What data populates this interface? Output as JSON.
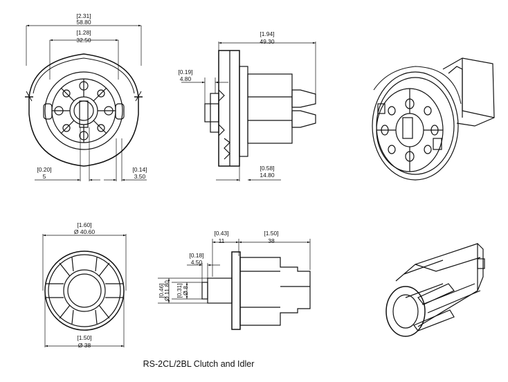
{
  "caption": "RS-2CL/2BL Clutch and Idler",
  "clutch_front": {
    "width_in": "[2.31]",
    "width_mm": "58.80",
    "hole_in": "[1.28]",
    "hole_mm": "32.50",
    "left_off_in": "[0.20]",
    "left_off_mm": "5",
    "right_off_in": "[0.14]",
    "right_off_mm": "3.50"
  },
  "clutch_side": {
    "length_in": "[1.94]",
    "length_mm": "49.30",
    "hub_in": "[0.19]",
    "hub_mm": "4.80",
    "flange_in": "[0.58]",
    "flange_mm": "14.80"
  },
  "idler_front": {
    "outer_in": "[1.60]",
    "outer_mm": "Ø 40.60",
    "inner_in": "[1.50]",
    "inner_mm": "Ø 38"
  },
  "idler_side": {
    "hub_len_in": "[0.43]",
    "hub_len_mm": "11",
    "body_len_in": "[1.50]",
    "body_len_mm": "38",
    "pin_in": "[0.18]",
    "pin_mm": "4.50",
    "dia1_in": "[0.46]",
    "dia1_mm": "Ø 11.80",
    "dia2_in": "[0.31]",
    "dia2_mm": "Ø 8"
  }
}
